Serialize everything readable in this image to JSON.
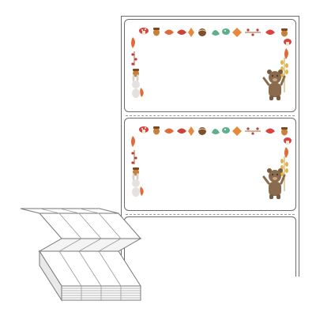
{
  "product": {
    "type": "fanfold-label-stock",
    "labels_shown": 3,
    "labels_with_artwork": 2
  },
  "artwork": {
    "theme": "autumn-woodland-border",
    "motifs": [
      "mushroom-icon",
      "acorn-icon",
      "leaf-icon",
      "chestnut-icon",
      "rabbit-icon",
      "bear-icon",
      "wheat-icon",
      "berry-branch-icon"
    ],
    "colors": {
      "outline": "#6b6b6b",
      "perforation": "#9a9a9a",
      "mushroom": "#d9443f",
      "acorn": "#a0642c",
      "leaf_orange": "#e8893a",
      "leaf_green": "#5fae8e",
      "berry": "#c23b3b",
      "bear": "#8b6b4d",
      "rabbit": "#d7d3cf",
      "wheat": "#e2b54a"
    }
  }
}
